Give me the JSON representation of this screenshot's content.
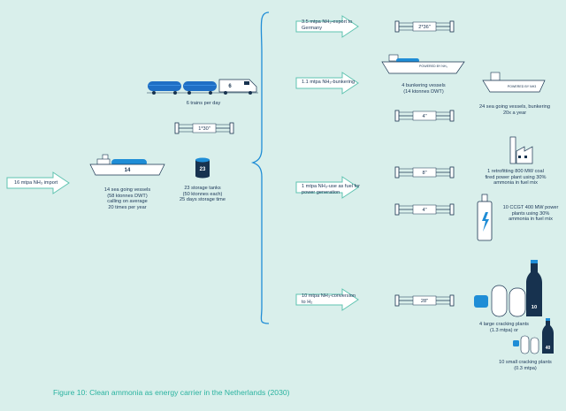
{
  "import": {
    "label": "16 mtpa NH₃ import"
  },
  "trains": {
    "count_label": "6",
    "label": "6 trains per day"
  },
  "pipes": {
    "export": "2*36\"",
    "bunkering": "4\"",
    "inland": "1*30\"",
    "coal": "8\"",
    "ccgt": "4\"",
    "cracking": "28\""
  },
  "vessels": {
    "count_label": "14",
    "label": "14 sea going vessels\n(58 ktonnes DWT)\ncalling on average\n20 times per year"
  },
  "storage": {
    "count_label": "23",
    "label": "23 storage tanks\n(50 ktonnes each)\n25 days storage time"
  },
  "flows": {
    "export": "3.5 mtpa NH₃-export to\nGermany",
    "bunkering": "1.1 mtpa NH₃-bunkering",
    "power": "1 mtpa NH₃-use as fuel for\npower generation",
    "conversion": "10 mtpa NH₃-conversion\nto H₂"
  },
  "bunkering_vessels": {
    "hull_text": "POWERED BY NH₃",
    "label": "4 bunkering vessels\n(14 ktonnes DWT)"
  },
  "sea_vessels": {
    "hull_text": "POWERED BY NH3",
    "label": "24 sea going vessels, bunkering\n20x a year"
  },
  "coal_plant": {
    "label": "1 retrofitting 800 MW coal\nfired power plant using 30%\nammonia in fuel mix"
  },
  "ccgt_plants": {
    "label": "10 CCGT 400 MW power\nplants using 30%\nammonia in fuel mix"
  },
  "large_cracking": {
    "count_label": "10",
    "label": "4 large cracking plants\n(1.3 mtpa) or"
  },
  "small_cracking": {
    "count_label": "40",
    "label": "10 small cracking plants\n(0.3 mtpa)"
  },
  "caption": "Figure 10: Clean ammonia as energy carrier in the Netherlands (2030)",
  "colors": {
    "background": "#d9efeb",
    "navy": "#17324f",
    "blue": "#1f8dd6",
    "teal": "#2bb3a0",
    "train_blue": "#1f6fc5"
  }
}
